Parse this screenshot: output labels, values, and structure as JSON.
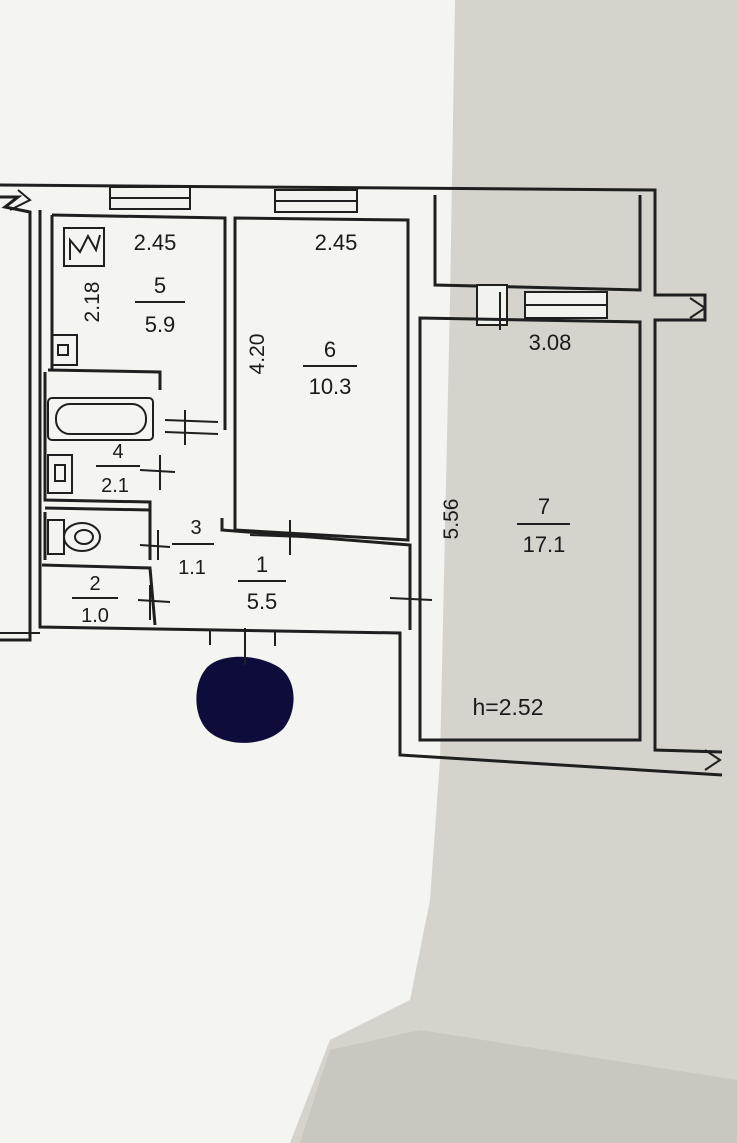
{
  "plan": {
    "rooms": [
      {
        "id": "room-5",
        "number": "5",
        "area": "5.9"
      },
      {
        "id": "room-6",
        "number": "6",
        "area": "10.3"
      },
      {
        "id": "room-7",
        "number": "7",
        "area": "17.1"
      },
      {
        "id": "room-4",
        "number": "4",
        "area": "2.1"
      },
      {
        "id": "room-3",
        "number": "3",
        "area": "1.1"
      },
      {
        "id": "room-2",
        "number": "2",
        "area": "1.0"
      },
      {
        "id": "room-1",
        "number": "1",
        "area": "5.5"
      }
    ],
    "dimensions": {
      "kitchen_width": "2.45",
      "kitchen_depth": "2.18",
      "bedroom_width": "2.45",
      "bedroom_depth": "4.20",
      "living_width": "3.08",
      "living_depth": "5.56"
    },
    "ceiling_height": "h=2.52"
  },
  "colors": {
    "paper": "#f4f4f0",
    "ink": "#1f1f1f",
    "shadow": "#c9c7bf",
    "redaction": "#0d0c3a"
  },
  "icons": {
    "stove": "stove-icon",
    "sink": "sink-icon",
    "bathtub": "bathtub-icon",
    "toilet": "toilet-icon",
    "redaction": "redaction-blot-icon"
  }
}
